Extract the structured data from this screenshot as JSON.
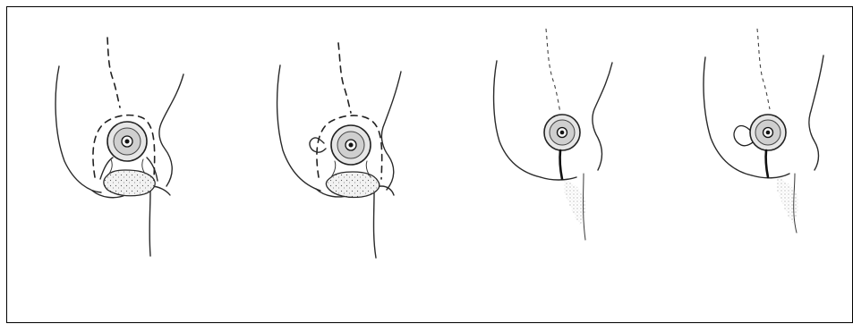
{
  "figure": {
    "panels": [
      {
        "id": "left",
        "illustrations": [
          "preop-marking-a",
          "preop-marking-b"
        ]
      },
      {
        "id": "right",
        "illustrations": [
          "postop-result-a",
          "postop-result-b"
        ]
      }
    ]
  }
}
